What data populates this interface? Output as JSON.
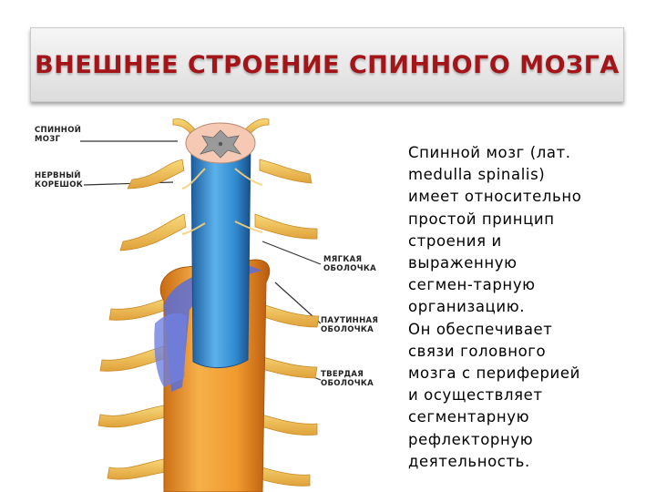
{
  "title": "ВНЕШНЕЕ СТРОЕНИЕ СПИННОГО МОЗГА",
  "labels": {
    "spinal_cord": [
      "СПИННОЙ",
      "МОЗГ"
    ],
    "nerve_root": [
      "НЕРВНЫЙ",
      "КОРЕШОК"
    ],
    "pia_mater": [
      "МЯГКАЯ",
      "ОБОЛОЧКА"
    ],
    "arachnoid": [
      "ПАУТИННАЯ",
      "ОБОЛОЧКА"
    ],
    "dura_mater": [
      "ТВЕРДАЯ",
      "ОБОЛОЧКА"
    ]
  },
  "description_lines": [
    "Спинной мозг (лат.",
    "medulla spinalis)",
    "имеет относительно",
    "простой принцип",
    "строения и",
    "выраженную",
    "сегмен-тарную",
    "организацию.",
    "Он обеспечивает",
    "связи головного",
    "мозга с периферией",
    "и осуществляет",
    "сегментарную",
    "рефлекторную",
    "деятельность."
  ],
  "colors": {
    "title": "#a31518",
    "cord": "#3b8fd0",
    "dura": "#f0a23a",
    "nerve": "#f2c55c",
    "arachnoid": "#5c6fd6"
  }
}
